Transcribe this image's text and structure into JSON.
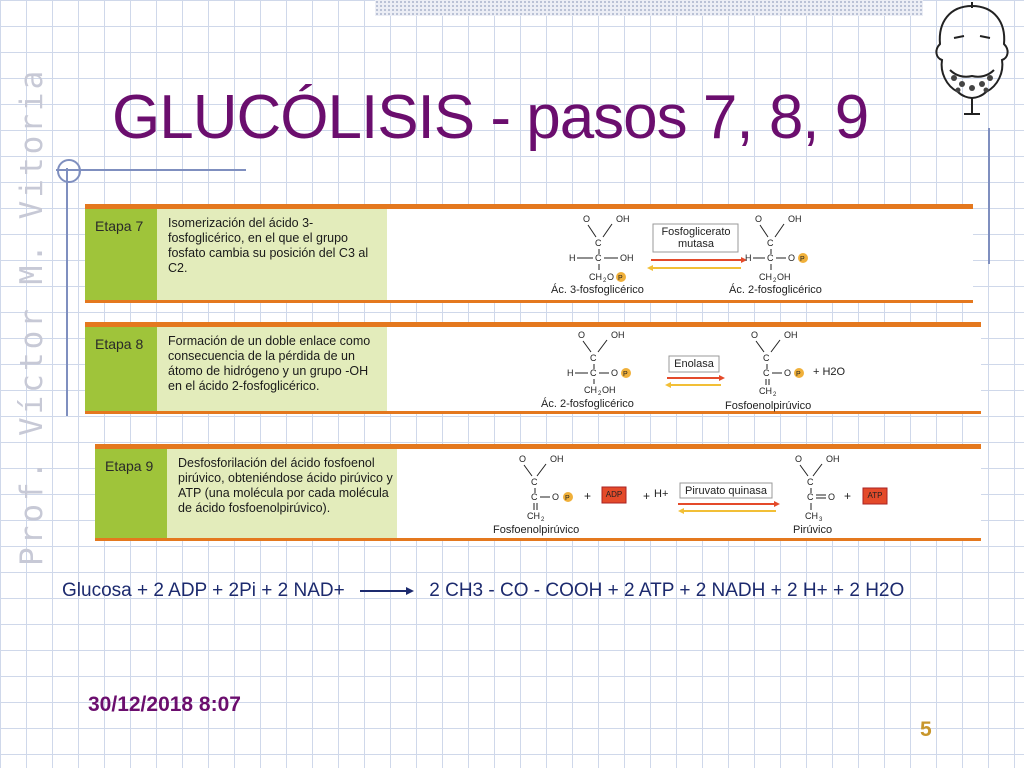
{
  "slide": {
    "title": "GLUCÓLISIS - pasos 7, 8, 9",
    "author_watermark": "Prof. Víctor M. Vitoria",
    "date": "30/12/2018 8:07",
    "page_number": "5"
  },
  "steps": [
    {
      "label": "Etapa 7",
      "description": "Isomerización del ácido 3-fosfoglicérico, en el que el grupo fosfato cambia su posición del C3 al C2.",
      "enzyme": [
        "Fosfoglicerato",
        "mutasa"
      ],
      "substrate_name": "Ác. 3-fosfoglicérico",
      "product_name": "Ác. 2-fosfoglicérico"
    },
    {
      "label": "Etapa 8",
      "description": "Formación de un doble enlace como consecuencia de la pérdida de un átomo de hidrógeno y un grupo -OH en el ácido 2-fosfoglicérico.",
      "enzyme": [
        "Enolasa"
      ],
      "substrate_name": "Ác. 2-fosfoglicérico",
      "product_name": "Fosfoenolpirúvico",
      "byproduct": "+ H2O"
    },
    {
      "label": "Etapa 9",
      "description": "Desfosforilación del ácido fosfoenol pirúvico, obteniéndose ácido pirúvico y ATP (una molécula por cada molécula de ácido fosfoenolpirúvico).",
      "enzyme": [
        "Piruvato quinasa"
      ],
      "substrate_name": "Fosfoenolpirúvico",
      "product_name": "Pirúvico",
      "reactant_extra": [
        "ADP",
        "H+"
      ],
      "product_extra": "ATP"
    }
  ],
  "equation": {
    "left": "Glucosa + 2 ADP + 2Pi + 2 NAD+",
    "right": "2 CH3 - CO - COOH + 2 ATP + 2 NADH + 2 H+ + 2 H2O"
  },
  "colors": {
    "title": "#6b0e6e",
    "equation": "#1c2a6e",
    "stripe": "#e4781e",
    "green": "#9fc43a",
    "phosphate": "#f0b03a"
  }
}
